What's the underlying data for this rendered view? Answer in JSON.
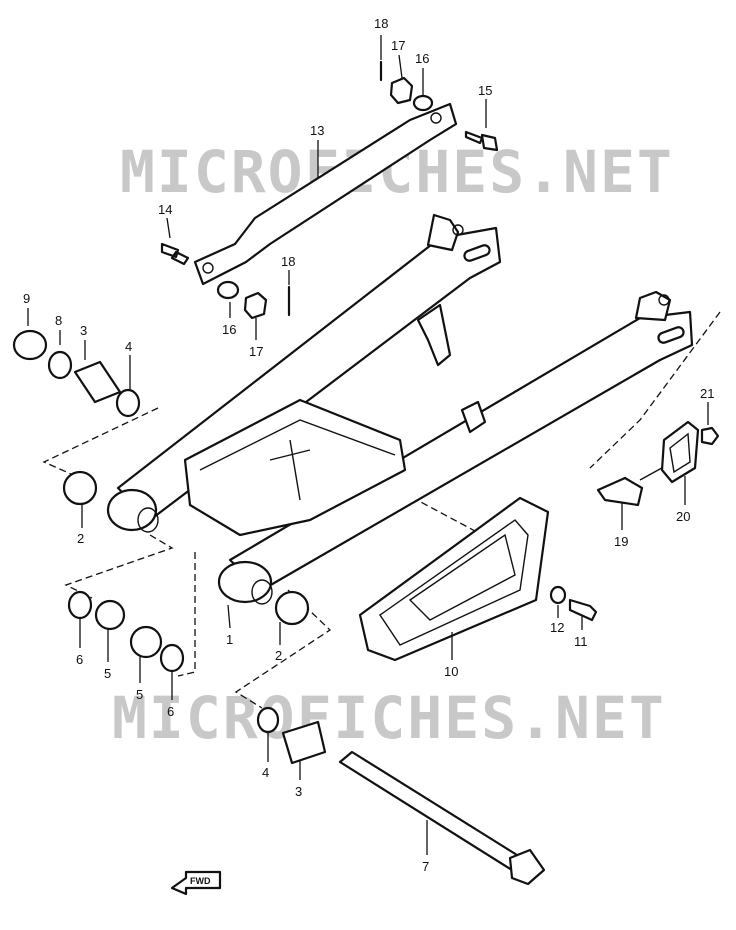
{
  "watermark_top": "MICROFICHES.NET",
  "watermark_bottom": "MICROFICHES.NET",
  "fwd_label": "FWD",
  "callouts": [
    {
      "id": "c-1",
      "text": "1"
    },
    {
      "id": "c-2a",
      "text": "2"
    },
    {
      "id": "c-2b",
      "text": "2"
    },
    {
      "id": "c-3a",
      "text": "3"
    },
    {
      "id": "c-3b",
      "text": "3"
    },
    {
      "id": "c-4a",
      "text": "4"
    },
    {
      "id": "c-4b",
      "text": "4"
    },
    {
      "id": "c-5a",
      "text": "5"
    },
    {
      "id": "c-5b",
      "text": "5"
    },
    {
      "id": "c-6a",
      "text": "6"
    },
    {
      "id": "c-6b",
      "text": "6"
    },
    {
      "id": "c-7",
      "text": "7"
    },
    {
      "id": "c-8",
      "text": "8"
    },
    {
      "id": "c-9",
      "text": "9"
    },
    {
      "id": "c-10",
      "text": "10"
    },
    {
      "id": "c-11",
      "text": "11"
    },
    {
      "id": "c-12",
      "text": "12"
    },
    {
      "id": "c-13",
      "text": "13"
    },
    {
      "id": "c-14",
      "text": "14"
    },
    {
      "id": "c-15",
      "text": "15"
    },
    {
      "id": "c-16a",
      "text": "16"
    },
    {
      "id": "c-16b",
      "text": "16"
    },
    {
      "id": "c-17a",
      "text": "17"
    },
    {
      "id": "c-17b",
      "text": "17"
    },
    {
      "id": "c-18a",
      "text": "18"
    },
    {
      "id": "c-18b",
      "text": "18"
    },
    {
      "id": "c-19",
      "text": "19"
    },
    {
      "id": "c-20",
      "text": "20"
    },
    {
      "id": "c-21",
      "text": "21"
    }
  ]
}
